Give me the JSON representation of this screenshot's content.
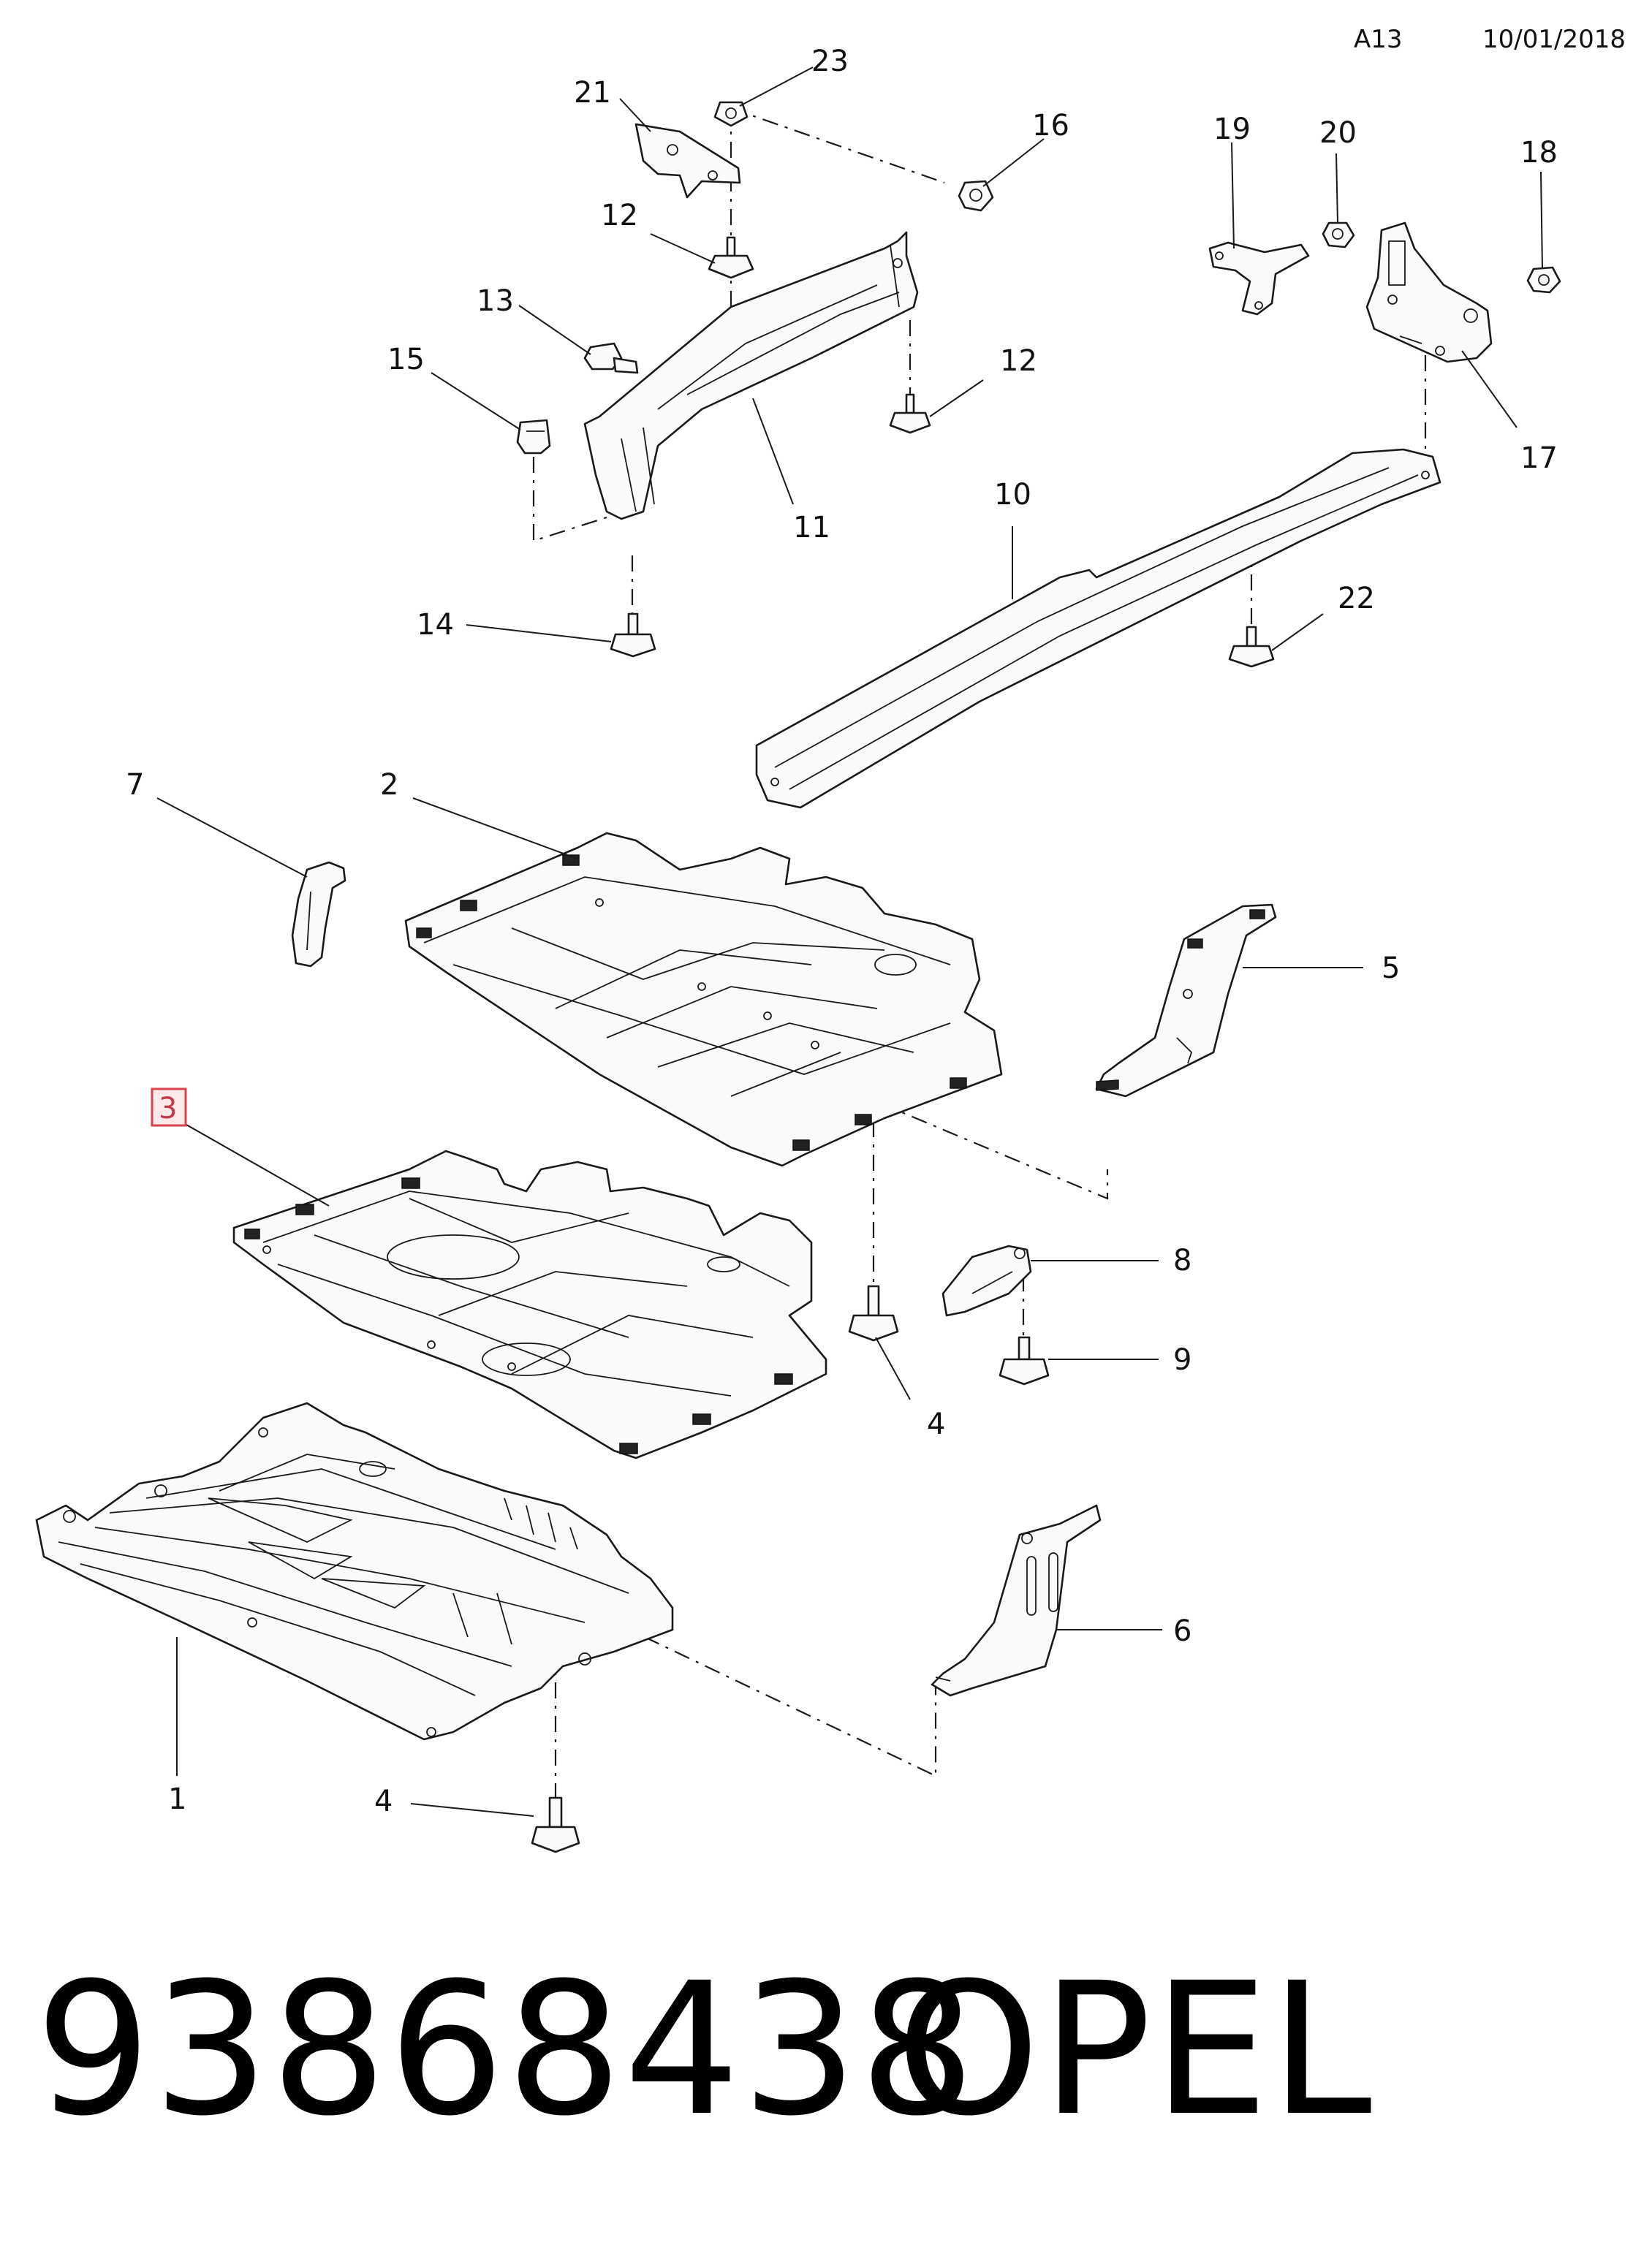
{
  "header": {
    "code": "A13",
    "date": "10/01/2018"
  },
  "footer": {
    "part_number": "93868438",
    "brand": "OPEL"
  },
  "callouts": [
    {
      "id": "c1",
      "label": "1"
    },
    {
      "id": "c2",
      "label": "2"
    },
    {
      "id": "c3",
      "label": "3",
      "highlighted": true
    },
    {
      "id": "c4a",
      "label": "4"
    },
    {
      "id": "c4b",
      "label": "4"
    },
    {
      "id": "c5",
      "label": "5"
    },
    {
      "id": "c6",
      "label": "6"
    },
    {
      "id": "c7",
      "label": "7"
    },
    {
      "id": "c8",
      "label": "8"
    },
    {
      "id": "c9",
      "label": "9"
    },
    {
      "id": "c10",
      "label": "10"
    },
    {
      "id": "c11",
      "label": "11"
    },
    {
      "id": "c12a",
      "label": "12"
    },
    {
      "id": "c12b",
      "label": "12"
    },
    {
      "id": "c13",
      "label": "13"
    },
    {
      "id": "c14",
      "label": "14"
    },
    {
      "id": "c15",
      "label": "15"
    },
    {
      "id": "c16",
      "label": "16"
    },
    {
      "id": "c17",
      "label": "17"
    },
    {
      "id": "c18",
      "label": "18"
    },
    {
      "id": "c19",
      "label": "19"
    },
    {
      "id": "c20",
      "label": "20"
    },
    {
      "id": "c21",
      "label": "21"
    },
    {
      "id": "c22",
      "label": "22"
    },
    {
      "id": "c23",
      "label": "23"
    }
  ],
  "colors": {
    "line": "#1a1a1a",
    "highlight_border": "#d9434f",
    "highlight_text": "#c23a46"
  }
}
